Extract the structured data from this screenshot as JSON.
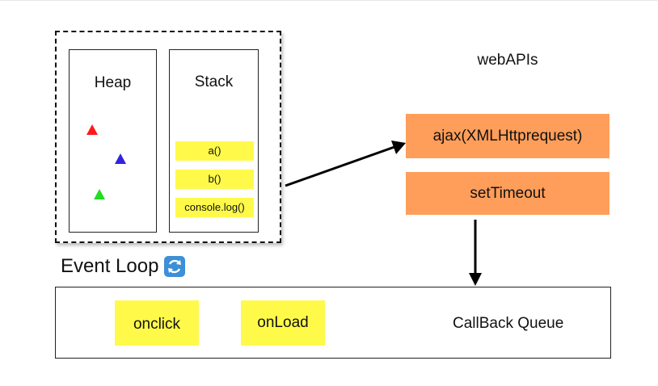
{
  "heap": {
    "title": "Heap"
  },
  "stack": {
    "title": "Stack",
    "frames": [
      "a()",
      "b()",
      "console.log()"
    ]
  },
  "web_apis": {
    "title": "webAPIs",
    "items": [
      "ajax(XMLHttprequest)",
      "setTimeout"
    ]
  },
  "event_loop": {
    "label": "Event Loop",
    "icon": "loop-arrows-icon"
  },
  "callback_queue": {
    "label": "CallBack Queue",
    "items": [
      "onclick",
      "onLoad"
    ]
  },
  "colors": {
    "stack_frame": "#fff94a",
    "web_api_box": "#ff9e5a",
    "heap_triangles": [
      "#ff1a1a",
      "#3322dd",
      "#22dd22"
    ],
    "event_loop_icon": "#3d8fd6"
  }
}
